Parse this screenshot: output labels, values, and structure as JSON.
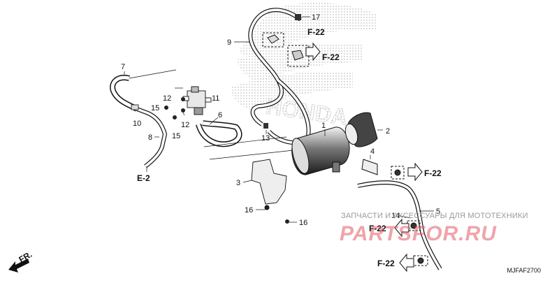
{
  "diagram": {
    "code": "MJFAF2700",
    "brand": "HONDA",
    "fr_label": "FR.",
    "watermark_text": "ЗАПЧАСТИ И АКСЕССУАРЫ ДЛЯ МОТОТЕХНИКИ",
    "watermark_logo": "PARTSFOR.RU",
    "callouts": [
      {
        "id": "c1",
        "text": "1"
      },
      {
        "id": "c2",
        "text": "2"
      },
      {
        "id": "c3",
        "text": "3"
      },
      {
        "id": "c4",
        "text": "4"
      },
      {
        "id": "c5",
        "text": "5"
      },
      {
        "id": "c6",
        "text": "6"
      },
      {
        "id": "c7",
        "text": "7"
      },
      {
        "id": "c8",
        "text": "8"
      },
      {
        "id": "c9",
        "text": "9"
      },
      {
        "id": "c10",
        "text": "10"
      },
      {
        "id": "c11",
        "text": "11"
      },
      {
        "id": "c12a",
        "text": "12"
      },
      {
        "id": "c12b",
        "text": "12"
      },
      {
        "id": "c13",
        "text": "13"
      },
      {
        "id": "c14",
        "text": "14"
      },
      {
        "id": "c15a",
        "text": "15"
      },
      {
        "id": "c15b",
        "text": "15"
      },
      {
        "id": "c16a",
        "text": "16"
      },
      {
        "id": "c16b",
        "text": "16"
      },
      {
        "id": "c17",
        "text": "17"
      }
    ],
    "refs": [
      {
        "id": "r1",
        "text": "F-22"
      },
      {
        "id": "r2",
        "text": "F-22"
      },
      {
        "id": "r3",
        "text": "F-22"
      },
      {
        "id": "r4",
        "text": "F-22"
      },
      {
        "id": "r5",
        "text": "F-22"
      },
      {
        "id": "r6",
        "text": "E-2"
      }
    ]
  }
}
